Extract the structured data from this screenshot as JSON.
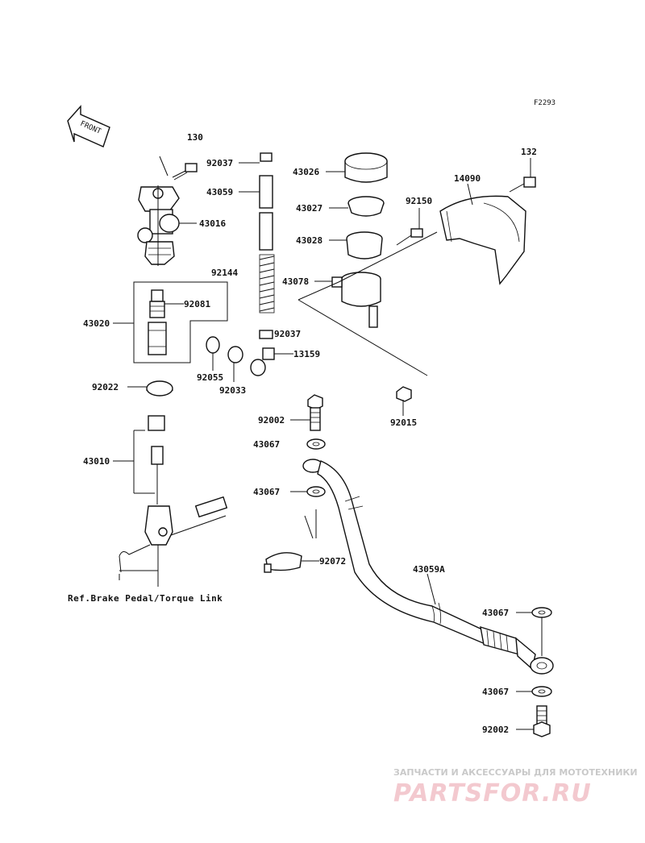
{
  "diagram_code": "F2293",
  "front_arrow_text": "FRONT",
  "labels": {
    "l130": "130",
    "l92037a": "92037",
    "l43059": "43059",
    "l43016": "43016",
    "l92144": "92144",
    "l43020": "43020",
    "l92081": "92081",
    "l92037b": "92037",
    "l13159": "13159",
    "l92055": "92055",
    "l92033": "92033",
    "l92022": "92022",
    "l43010": "43010",
    "l43026": "43026",
    "l43027": "43027",
    "l43028": "43028",
    "l43078": "43078",
    "l92150": "92150",
    "l14090": "14090",
    "l132": "132",
    "l92015": "92015",
    "l92002a": "92002",
    "l43067a": "43067",
    "l43067b": "43067",
    "l92072": "92072",
    "l43059a": "43059A",
    "l43067c": "43067",
    "l43067d": "43067",
    "l92002b": "92002"
  },
  "reference_text": "Ref.Brake Pedal/Torque Link",
  "watermark": {
    "subtitle": "ЗАПЧАСТИ И АКСЕССУАРЫ ДЛЯ МОТОТЕХНИКИ",
    "logo": "PARTSFOR.RU"
  }
}
